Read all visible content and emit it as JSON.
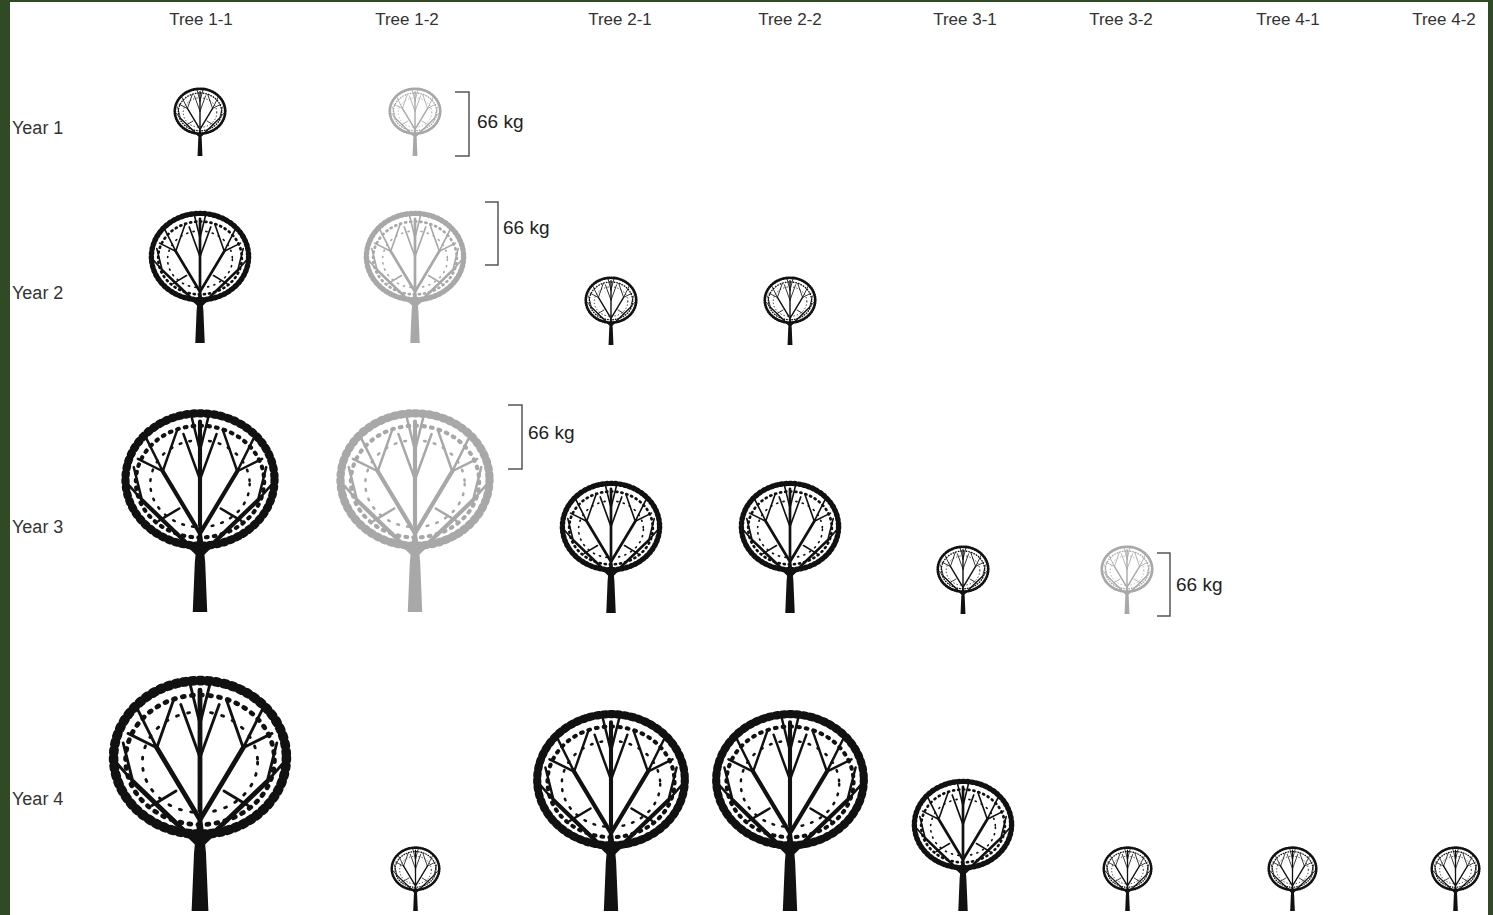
{
  "diagram": {
    "labels": [
      "Tree 1-1",
      "Tree 1-2",
      "Tree 2-1",
      "Tree 2-2",
      "Tree 3-1",
      "Tree 3-2",
      "Tree 4-1",
      "Tree 4-2",
      "Year 1",
      "66 kg",
      "Year 2",
      "66 kg",
      "Year 3",
      "66 kg",
      "66 kg",
      "Year 4"
    ]
  }
}
